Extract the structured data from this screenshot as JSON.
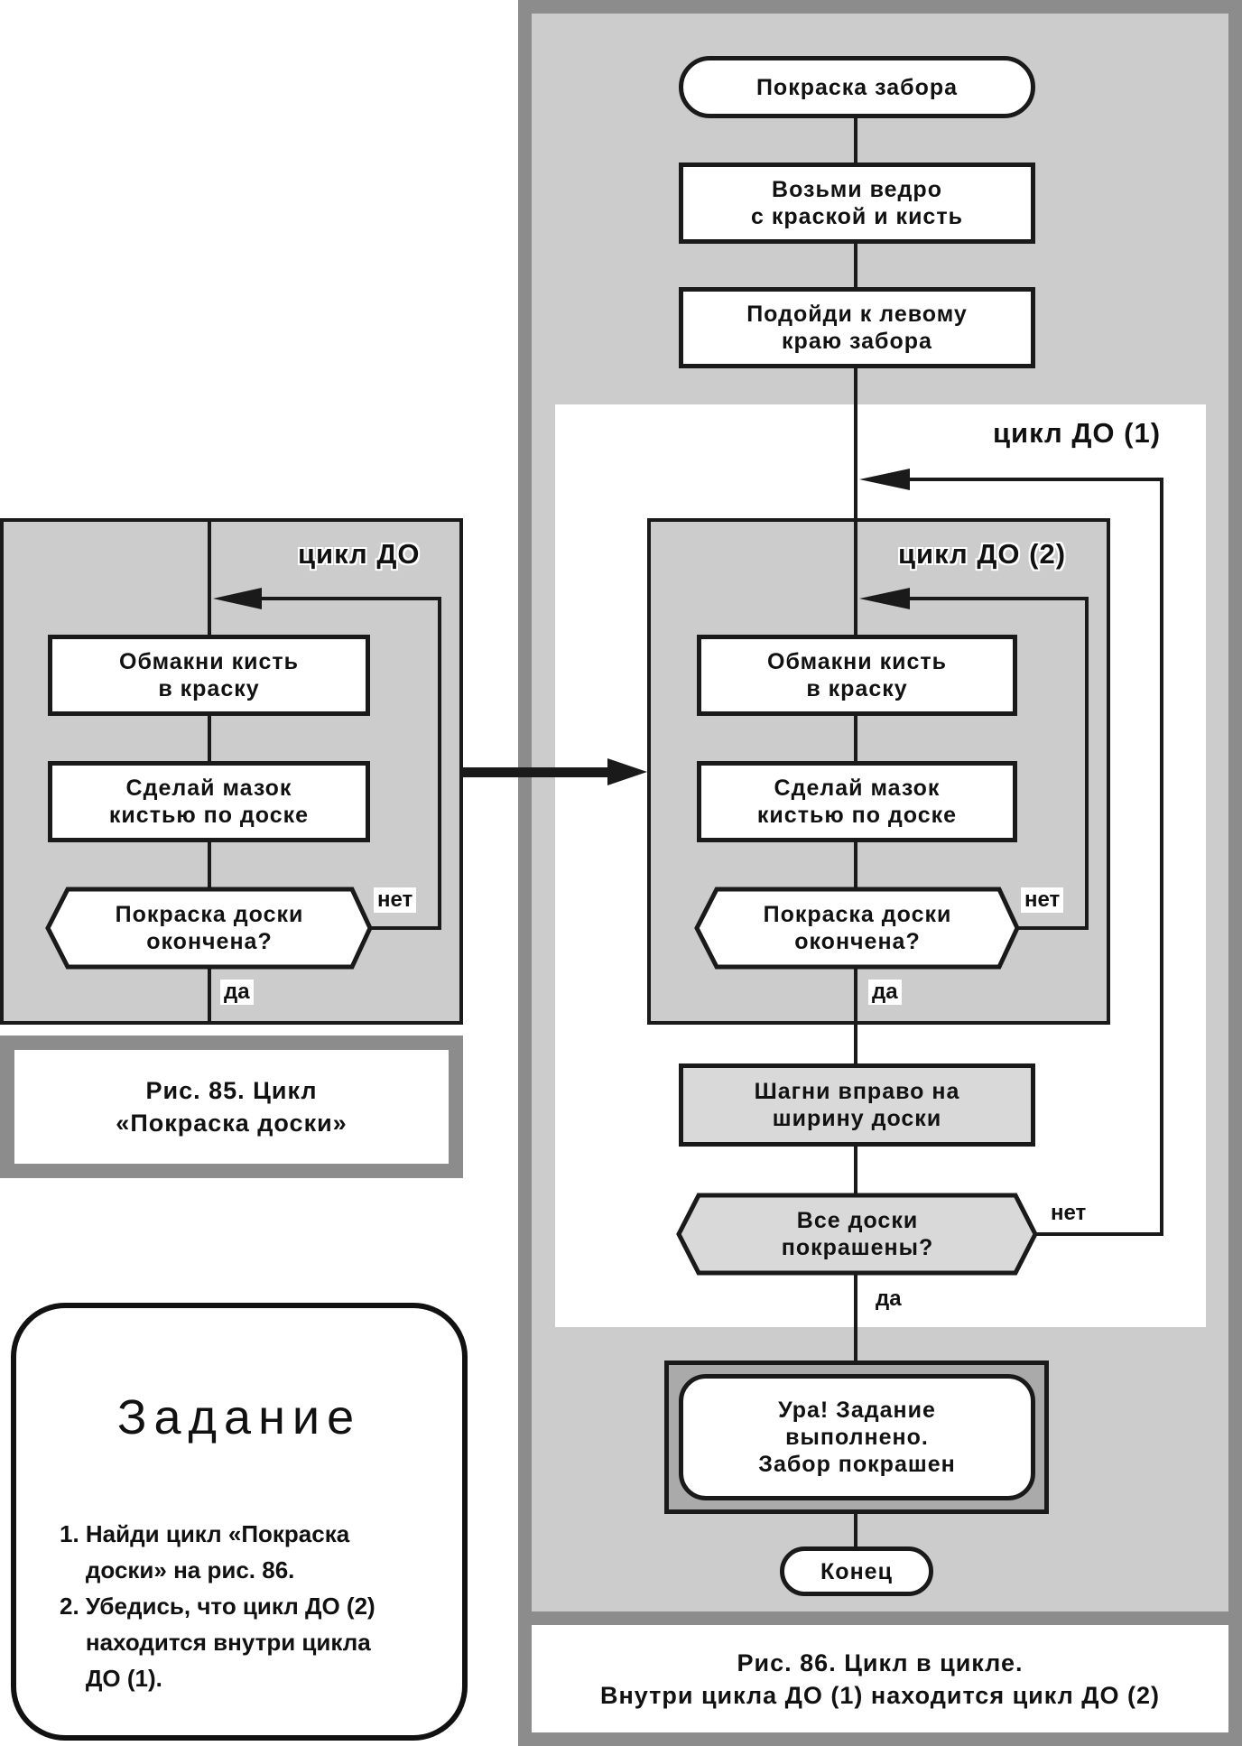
{
  "fig85": {
    "loop_label": "цикл ДО",
    "step1": "Обмакни кисть\nв краску",
    "step2": "Сделай мазок\nкистью по доске",
    "decision": "Покраска доски\nокончена?",
    "no_label": "нет",
    "yes_label": "да",
    "caption": "Рис. 85. Цикл\n«Покраска доски»"
  },
  "fig86": {
    "start": "Покраска забора",
    "step1": "Возьми ведро\nс краской и кисть",
    "step2": "Подойди к левому\nкраю забора",
    "outer_loop_label": "цикл ДО (1)",
    "inner_loop_label": "цикл ДО (2)",
    "inner_step1": "Обмакни кисть\nв краску",
    "inner_step2": "Сделай мазок\nкистью по доске",
    "inner_decision": "Покраска доски\nокончена?",
    "inner_no_label": "нет",
    "inner_yes_label": "да",
    "step_right": "Шагни вправо на\nширину доски",
    "outer_decision": "Все доски\nпокрашены?",
    "outer_no_label": "нет",
    "outer_yes_label": "да",
    "done": "Ура! Задание\nвыполнено.\nЗабор покрашен",
    "end": "Конец",
    "caption": "Рис. 86. Цикл в цикле.\nВнутри цикла ДО (1) находится цикл ДО (2)"
  },
  "task": {
    "title": "Задание",
    "items": [
      "1. Найди цикл «Покраска\n    доски» на рис. 86.",
      "2. Убедись, что цикл ДО (2)\n    находится внутри цикла\n    ДО (1)."
    ]
  },
  "colors": {
    "frame": "#8c8c8c",
    "panel": "#cccccc",
    "light_fill": "#d9d9d9",
    "done_frame": "#aaaaaa",
    "line": "#1a1a1a"
  }
}
